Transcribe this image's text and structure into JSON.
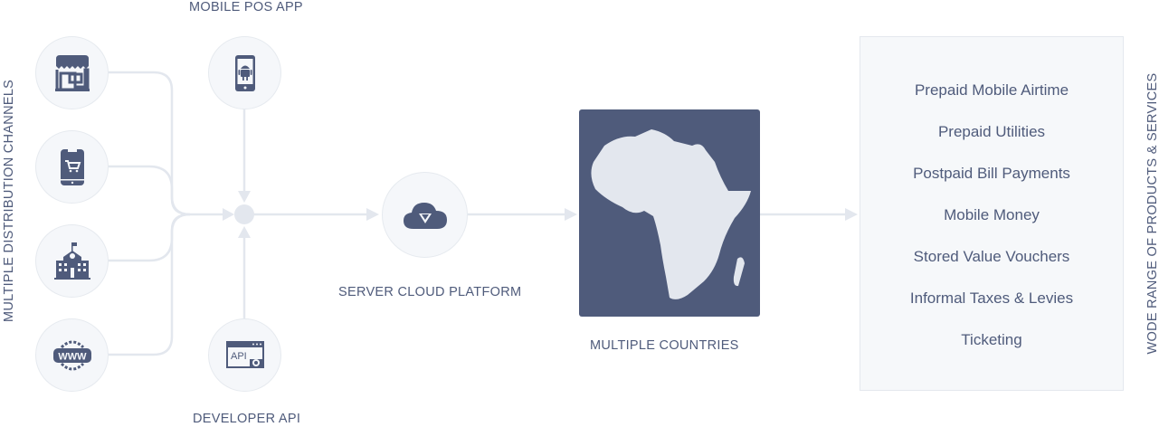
{
  "labels": {
    "left_vertical": "MULTIPLE DISTRIBUTION CHANNELS",
    "mobile_pos": "MOBILE POS APP",
    "developer_api": "DEVELOPER API",
    "server_cloud": "SERVER CLOUD PLATFORM",
    "countries": "MULTIPLE COUNTRIES",
    "right_vertical": "WODE RANGE OF PRODUCTS & SERVICES",
    "api_icon_text": "API",
    "www_icon_text": "WWW"
  },
  "channels": [
    {
      "icon": "store-icon"
    },
    {
      "icon": "mobile-cart-icon"
    },
    {
      "icon": "school-building-icon"
    },
    {
      "icon": "www-globe-icon"
    }
  ],
  "products": [
    "Prepaid Mobile Airtime",
    "Prepaid Utilities",
    "Postpaid Bill Payments",
    "Mobile Money",
    "Stored Value Vouchers",
    "Informal Taxes & Levies",
    "Ticketing"
  ],
  "colors": {
    "primary": "#4f5b7b",
    "line": "#e1e6ee",
    "circle": "#f5f7fa"
  }
}
